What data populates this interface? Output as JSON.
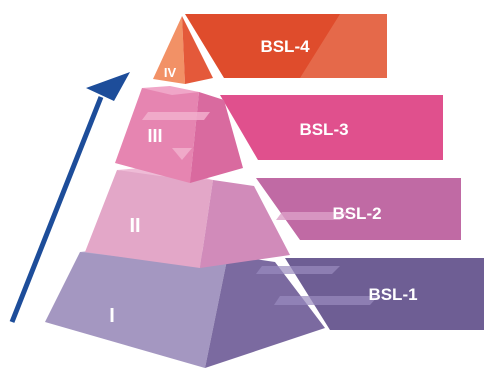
{
  "levels": [
    {
      "numeral": "I",
      "label": "BSL-1",
      "color": "#8a78aa"
    },
    {
      "numeral": "II",
      "label": "BSL-2",
      "color": "#cf7fad"
    },
    {
      "numeral": "III",
      "label": "BSL-3",
      "color": "#e0508d"
    },
    {
      "numeral": "IV",
      "label": "BSL-4",
      "color": "#df4c2c"
    }
  ],
  "arrow_color": "#1d4d9a"
}
